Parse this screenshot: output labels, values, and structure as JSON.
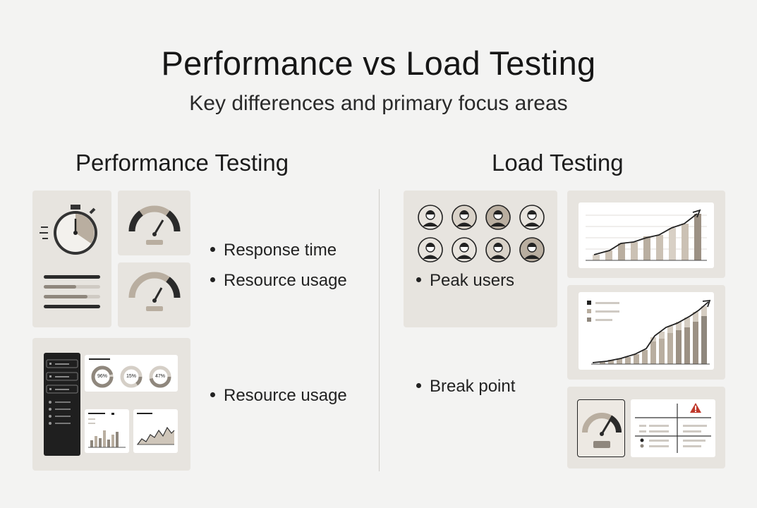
{
  "header": {
    "title": "Performance vs Load Testing",
    "subtitle": "Key differences and primary focus areas"
  },
  "performance": {
    "heading": "Performance Testing",
    "bullets": [
      "Response time",
      "Resource usage",
      "Resource usage"
    ],
    "dashboard": {
      "donuts": [
        "96%",
        "15%",
        "47%"
      ]
    }
  },
  "load": {
    "heading": "Load Testing",
    "bullets": [
      "Peak users",
      "Break point"
    ],
    "user_avatar_count": 8
  },
  "colors": {
    "background": "#f3f3f2",
    "panel": "#e7e4df",
    "accent": "#9c9184",
    "dark": "#1f1f1f",
    "warning": "#c0392b"
  }
}
